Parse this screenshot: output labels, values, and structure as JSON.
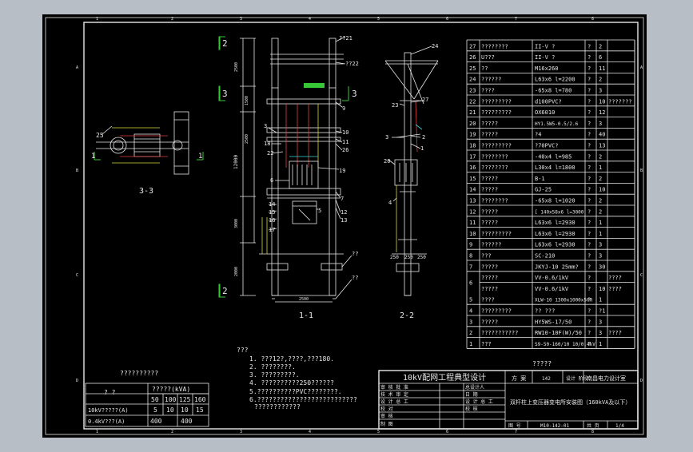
{
  "frame": {
    "col_marks": [
      "1",
      "2",
      "3",
      "4",
      "5",
      "6",
      "7",
      "8"
    ],
    "row_marks": [
      "A",
      "B",
      "C",
      "D"
    ]
  },
  "views": {
    "view33": {
      "label": "3-3",
      "marks": [
        "25",
        "1",
        "1"
      ]
    },
    "view11": {
      "label": "1-1",
      "section_marks": [
        "2",
        "3",
        "3",
        "2"
      ],
      "dims": [
        "2500",
        "2500",
        "1500",
        "12000",
        "2500",
        "3000",
        "2000",
        "2500"
      ],
      "callouts_right": [
        "??21",
        "??22",
        "9",
        "10",
        "11",
        "26",
        "19",
        "7",
        "13",
        "12",
        "??",
        "??"
      ],
      "callouts_left": [
        "3",
        "18",
        "22",
        "6",
        "14",
        "15",
        "16",
        "17",
        "5"
      ]
    },
    "view22": {
      "label": "2-2",
      "callouts": [
        "24",
        "27",
        "23",
        "2",
        "3",
        "1",
        "20",
        "4"
      ],
      "dims": [
        "250",
        "250",
        "250"
      ]
    }
  },
  "notes": {
    "title": "???",
    "lines": [
      "1. ???12?,????,???180.",
      "2. ????????.",
      "3. ?????????.",
      "4. ??????????250??????",
      "5.??????????PVC????????.",
      "6.??????????????????????????",
      "????????????"
    ]
  },
  "capacity_table": {
    "title": "??????????",
    "header_left": "? ?",
    "header_right": "?????(kVA)",
    "kva": [
      "50",
      "100",
      "125",
      "160"
    ],
    "rows": [
      {
        "label": "10kV?????(A)",
        "values": [
          "5",
          "10",
          "10",
          "15"
        ]
      },
      {
        "label": "0.4kV???(A)",
        "values": [
          "400",
          "400"
        ]
      }
    ]
  },
  "bom": {
    "footer": "?????",
    "rows": [
      {
        "no": "27",
        "name": "????????",
        "spec": "II-V ?",
        "u": "?",
        "q": "2",
        "n": ""
      },
      {
        "no": "26",
        "name": "U???",
        "spec": "II-V ?",
        "u": "?",
        "q": "6",
        "n": ""
      },
      {
        "no": "25",
        "name": "??",
        "spec": "M16x260",
        "u": "?",
        "q": "11",
        "n": ""
      },
      {
        "no": "24",
        "name": "??????",
        "spec": "L63x6 l=2200",
        "u": "?",
        "q": "2",
        "n": ""
      },
      {
        "no": "23",
        "name": "????",
        "spec": "-65x8 l=780",
        "u": "?",
        "q": "3",
        "n": ""
      },
      {
        "no": "22",
        "name": "?????????",
        "spec": "d100PVC?",
        "u": "?",
        "q": "10",
        "n": "???????"
      },
      {
        "no": "21",
        "name": "?????????",
        "spec": "OX6010",
        "u": "?",
        "q": "12",
        "n": ""
      },
      {
        "no": "20",
        "name": "?????",
        "spec": "HY1.5W5-0.5/2.6",
        "u": "?",
        "q": "3",
        "n": ""
      },
      {
        "no": "19",
        "name": "?????",
        "spec": "?4",
        "u": "?",
        "q": "40",
        "n": ""
      },
      {
        "no": "18",
        "name": "?????????",
        "spec": "?70PVC?",
        "u": "?",
        "q": "13",
        "n": ""
      },
      {
        "no": "17",
        "name": "????????",
        "spec": "-40x4 l=985",
        "u": "?",
        "q": "2",
        "n": ""
      },
      {
        "no": "16",
        "name": "????????",
        "spec": "L30x4 l=1800",
        "u": "?",
        "q": "1",
        "n": ""
      },
      {
        "no": "15",
        "name": "?????",
        "spec": "B-1",
        "u": "?",
        "q": "2",
        "n": ""
      },
      {
        "no": "14",
        "name": "?????",
        "spec": "GJ-25",
        "u": "?",
        "q": "10",
        "n": ""
      },
      {
        "no": "13",
        "name": "????????",
        "spec": "-65x8 l=1020",
        "u": "?",
        "q": "2",
        "n": ""
      },
      {
        "no": "12",
        "name": "?????",
        "spec": "[ 140x58x6 l=3000",
        "u": "?",
        "q": "2",
        "n": ""
      },
      {
        "no": "11",
        "name": "?????",
        "spec": "L63x6 l=2930",
        "u": "?",
        "q": "1",
        "n": ""
      },
      {
        "no": "10",
        "name": "?????????",
        "spec": "L63x6 l=2930",
        "u": "?",
        "q": "1",
        "n": ""
      },
      {
        "no": "9",
        "name": "??????",
        "spec": "L63x6 l=2930",
        "u": "?",
        "q": "3",
        "n": ""
      },
      {
        "no": "8",
        "name": "???",
        "spec": "SC-210",
        "u": "?",
        "q": "3",
        "n": ""
      },
      {
        "no": "7",
        "name": "?????",
        "spec": "JKYJ-10 25mm?",
        "u": "?",
        "q": "30",
        "n": ""
      }
    ],
    "row6": {
      "no": "6",
      "name_a": "?????",
      "spec_a": "VV-0.6/1kV",
      "u_a": "?",
      "q_a": "",
      "n_a": "????",
      "name_b": "?????",
      "spec_b": "VV-0.6/1kV",
      "u_b": "?",
      "q_b": "10",
      "n_b": "????"
    },
    "rows_bottom": [
      {
        "no": "5",
        "name": "????",
        "spec": "XLW-10 1300x1000x500",
        "u": "?",
        "q": "1",
        "n": ""
      },
      {
        "no": "4",
        "name": "?????????",
        "spec": "?? ???\n?? ???",
        "u": "?",
        "q": "?1",
        "n": ""
      },
      {
        "no": "3",
        "name": "?????",
        "spec": "HY5WS-17/50",
        "u": "?",
        "q": "3",
        "n": ""
      },
      {
        "no": "2",
        "name": "???????????",
        "spec": "RW10-10F(W)/50",
        "u": "?",
        "q": "3",
        "n": "????"
      },
      {
        "no": "1",
        "name": "???",
        "spec": "S9-50-160/10 10/0.4kV",
        "u": "?",
        "q": "1",
        "n": ""
      }
    ]
  },
  "titleblock": {
    "org": "10kV配网工程典型设计",
    "plan_label": "方 案",
    "plan_no": "142",
    "stage_label": "设计\n阶段",
    "institute": "南昌电力设计室",
    "drawing_title": "双杆柱上变压器变电所安装图（160kVA及以下）",
    "left_labels": [
      "审 核 批 准",
      "技 术 审 定",
      "设 计 总 工",
      "校 对",
      "审 核",
      "制 图"
    ],
    "mid_labels": [
      "总设计人",
      "日 期",
      "设 计 总 工",
      "校 核",
      "",
      ""
    ],
    "footer_left": "图 号",
    "footer_no": "M10-142-01",
    "footer_page": "共 页",
    "footer_pg": "1/4"
  }
}
